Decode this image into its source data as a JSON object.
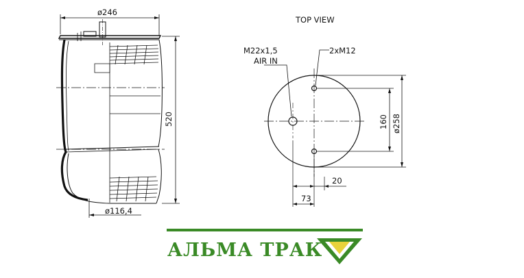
{
  "drawing": {
    "left_dims": {
      "top_diameter": "ø246",
      "height": "520",
      "bottom_diameter": "ø116,4"
    },
    "top_view": {
      "title": "TOP VIEW",
      "air_inlet_line1": "M22x1,5",
      "air_inlet_line2": "AIR IN",
      "bolts": "2xM12",
      "bolt_spacing": "160",
      "outer_diameter": "ø258",
      "offset_small": "20",
      "offset_large": "73"
    }
  },
  "brand": {
    "name": "АЛЬМА ТРАК",
    "color": "#3a8a26"
  }
}
